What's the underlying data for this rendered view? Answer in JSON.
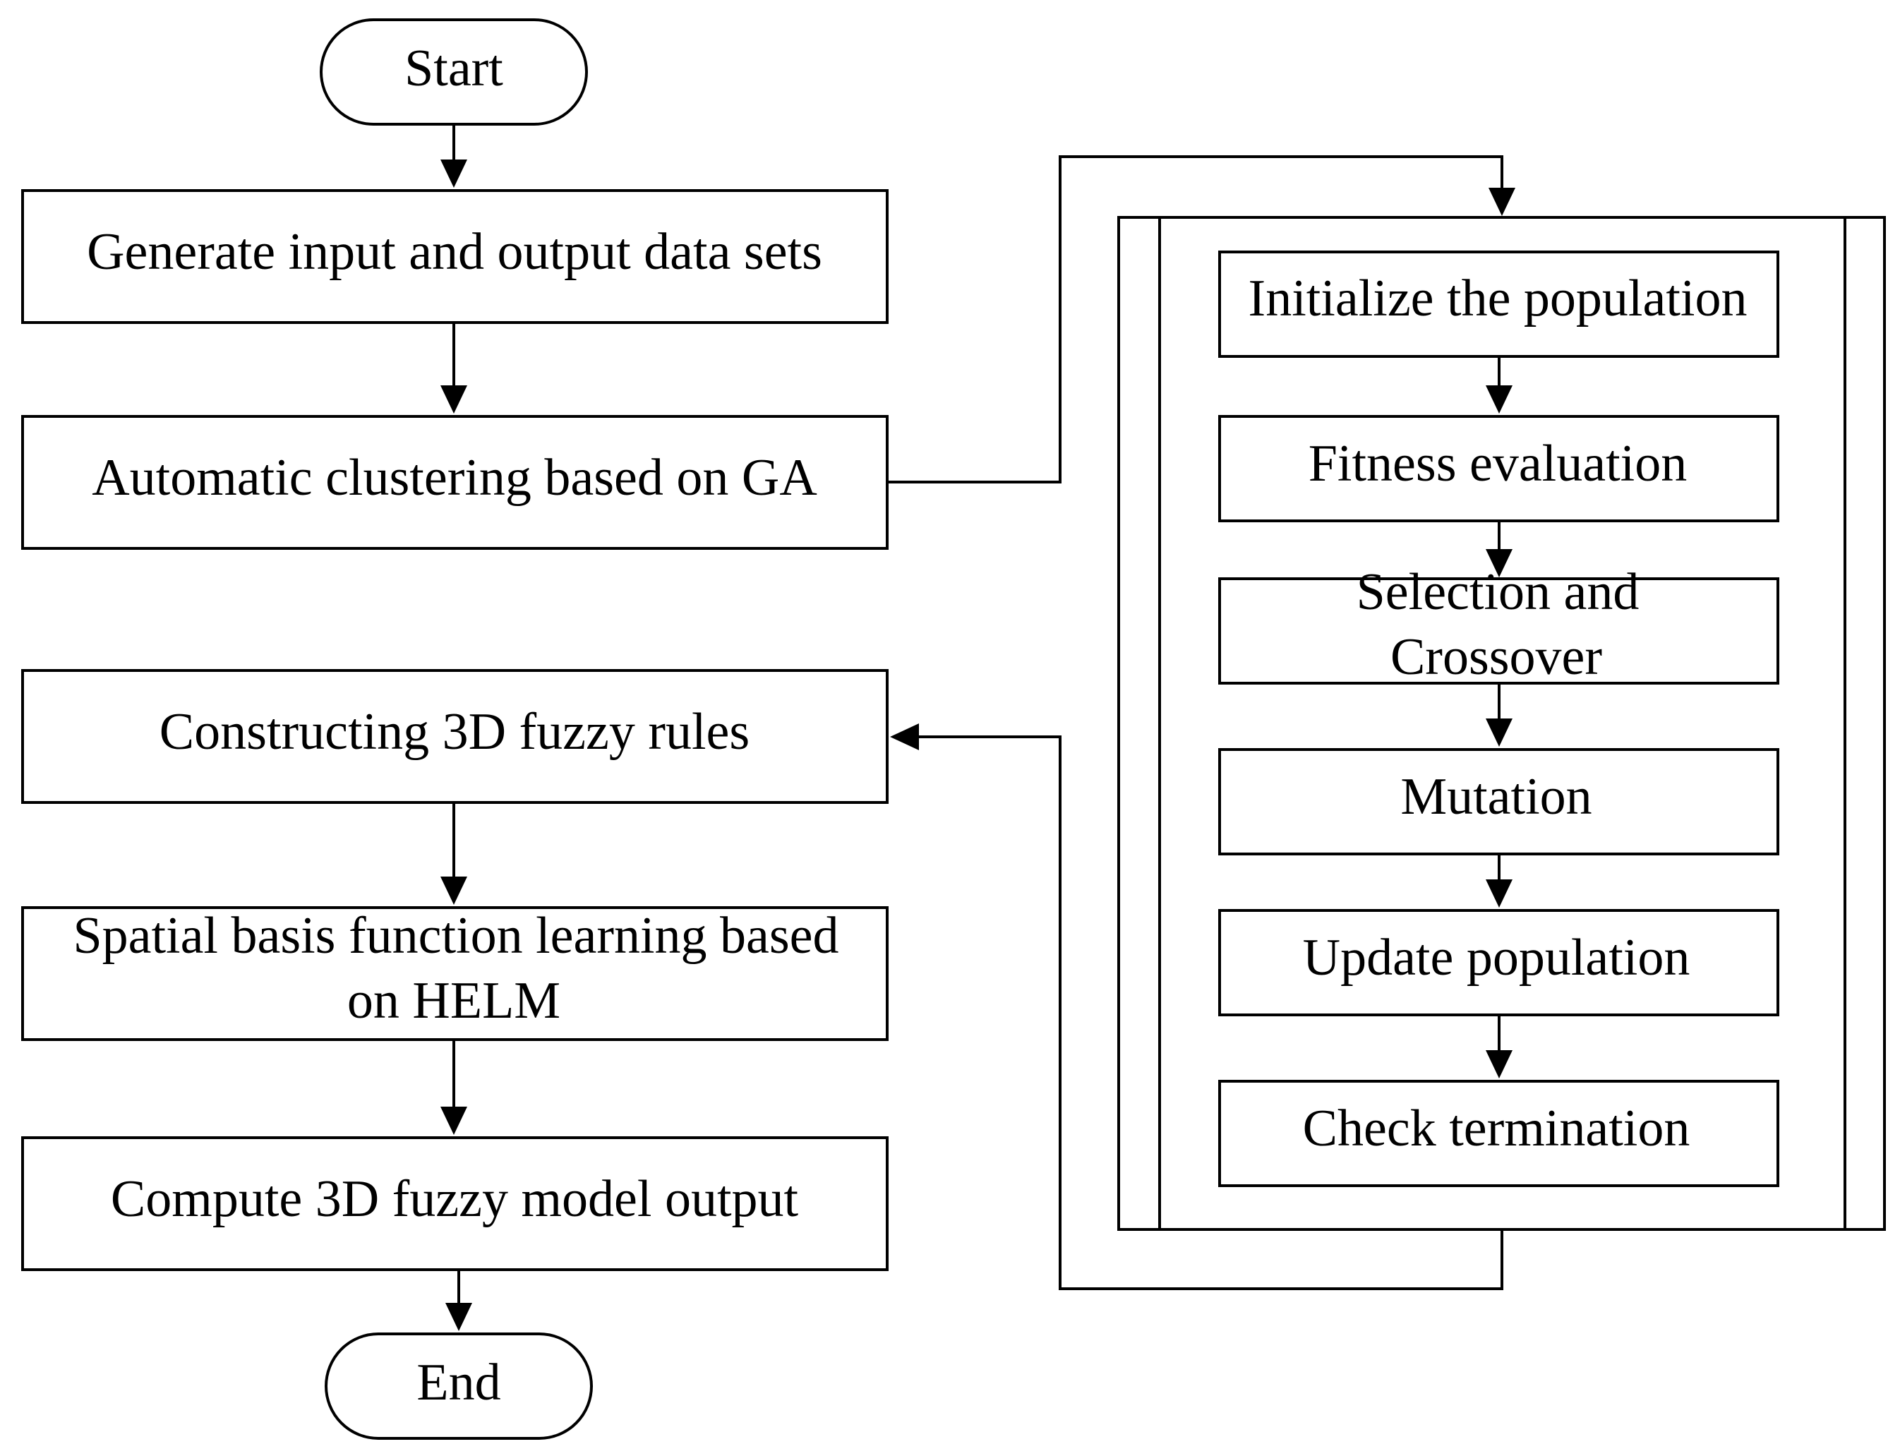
{
  "main_flow": {
    "start": "Start",
    "generate": "Generate input and output data sets",
    "clustering": "Automatic clustering based on GA",
    "rules": "Constructing 3D fuzzy rules",
    "learning_line1": "Spatial basis function learning based",
    "learning_line2": "on HELM",
    "compute": "Compute 3D fuzzy model output",
    "end": "End"
  },
  "ga_subprocess": {
    "initialize": "Initialize the population",
    "fitness": "Fitness evaluation",
    "selection_line1": "Selection and",
    "selection_line2": "Crossover",
    "mutation": "Mutation",
    "update": "Update population",
    "check": "Check termination"
  }
}
